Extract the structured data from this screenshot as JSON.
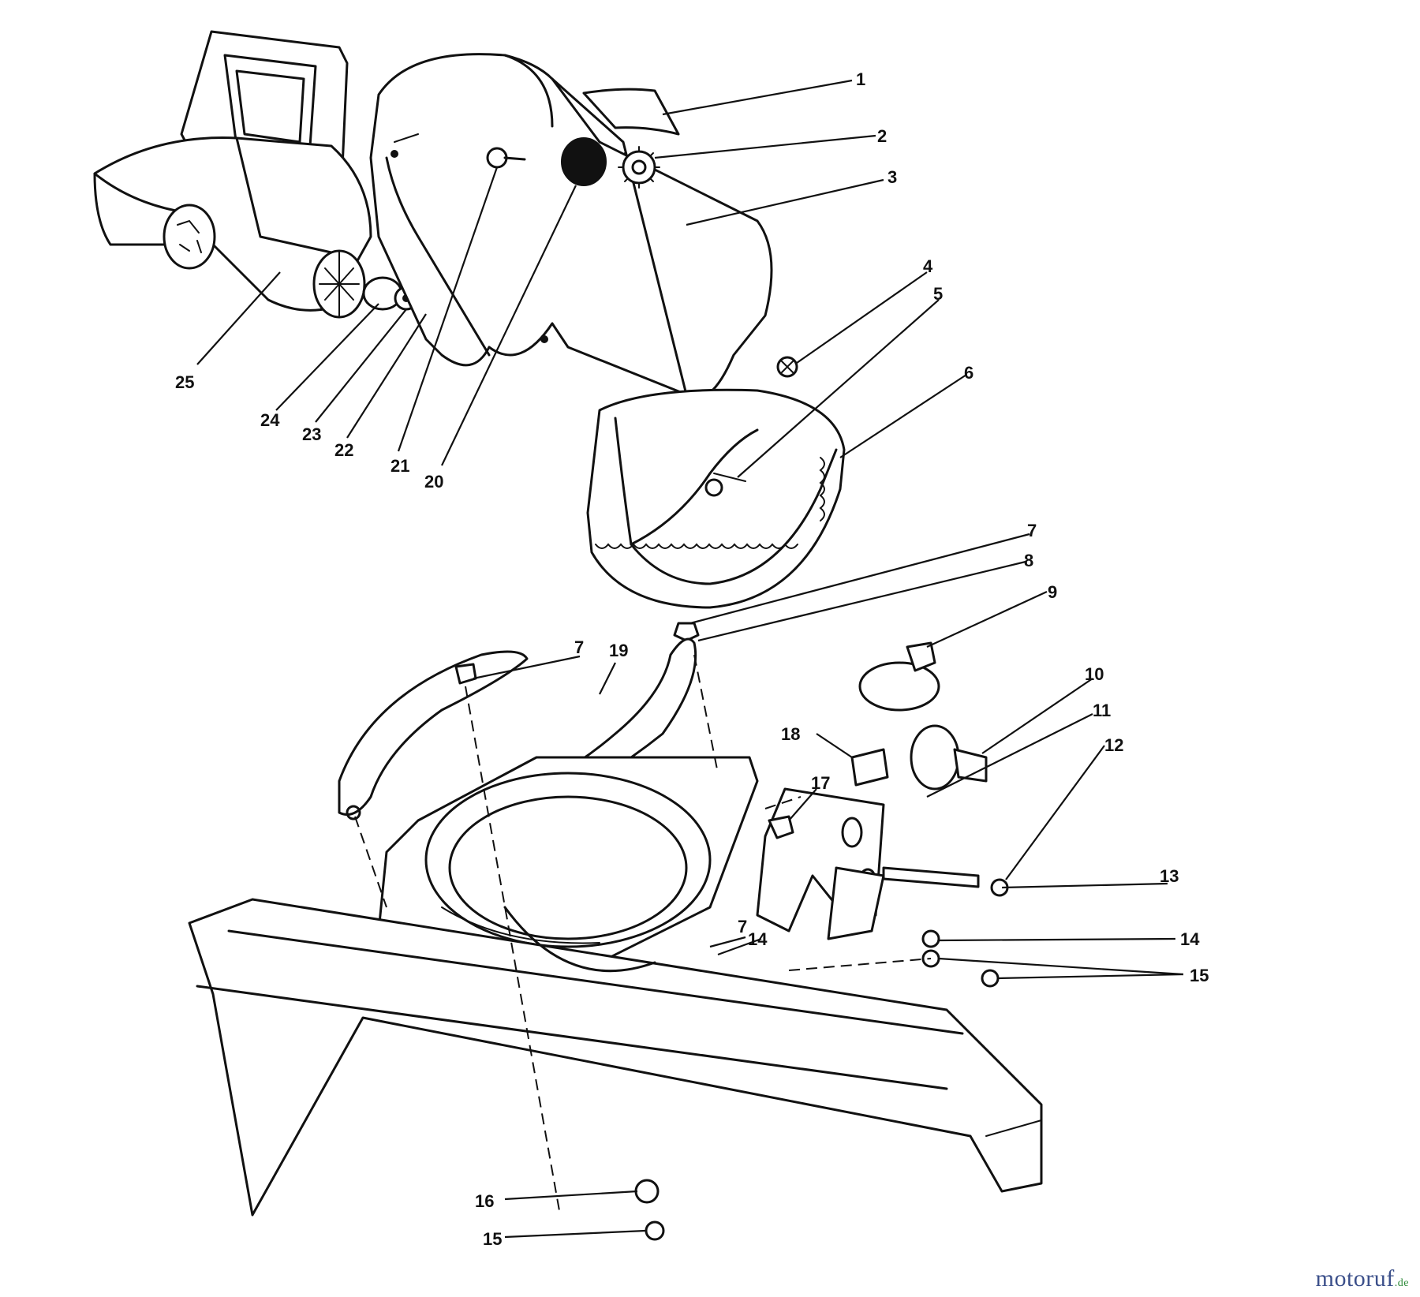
{
  "callouts": [
    {
      "id": "c1",
      "text": "1"
    },
    {
      "id": "c2",
      "text": "2"
    },
    {
      "id": "c3",
      "text": "3"
    },
    {
      "id": "c4",
      "text": "4"
    },
    {
      "id": "c5",
      "text": "5"
    },
    {
      "id": "c6",
      "text": "6"
    },
    {
      "id": "c7a",
      "text": "7"
    },
    {
      "id": "c8",
      "text": "8"
    },
    {
      "id": "c9",
      "text": "9"
    },
    {
      "id": "c7b",
      "text": "7"
    },
    {
      "id": "c19",
      "text": "19"
    },
    {
      "id": "c10",
      "text": "10"
    },
    {
      "id": "c11",
      "text": "11"
    },
    {
      "id": "c12",
      "text": "12"
    },
    {
      "id": "c18",
      "text": "18"
    },
    {
      "id": "c17",
      "text": "17"
    },
    {
      "id": "c13",
      "text": "13"
    },
    {
      "id": "c14a",
      "text": "14"
    },
    {
      "id": "c7c",
      "text": "7"
    },
    {
      "id": "c14b",
      "text": "14"
    },
    {
      "id": "c15a",
      "text": "15"
    },
    {
      "id": "c16",
      "text": "16"
    },
    {
      "id": "c15b",
      "text": "15"
    },
    {
      "id": "c25",
      "text": "25"
    },
    {
      "id": "c24",
      "text": "24"
    },
    {
      "id": "c23",
      "text": "23"
    },
    {
      "id": "c22",
      "text": "22"
    },
    {
      "id": "c21",
      "text": "21"
    },
    {
      "id": "c20",
      "text": "20"
    }
  ],
  "watermark": {
    "brand": "motoruf",
    "suffix": ".de",
    "color": "#3b4f8a"
  }
}
